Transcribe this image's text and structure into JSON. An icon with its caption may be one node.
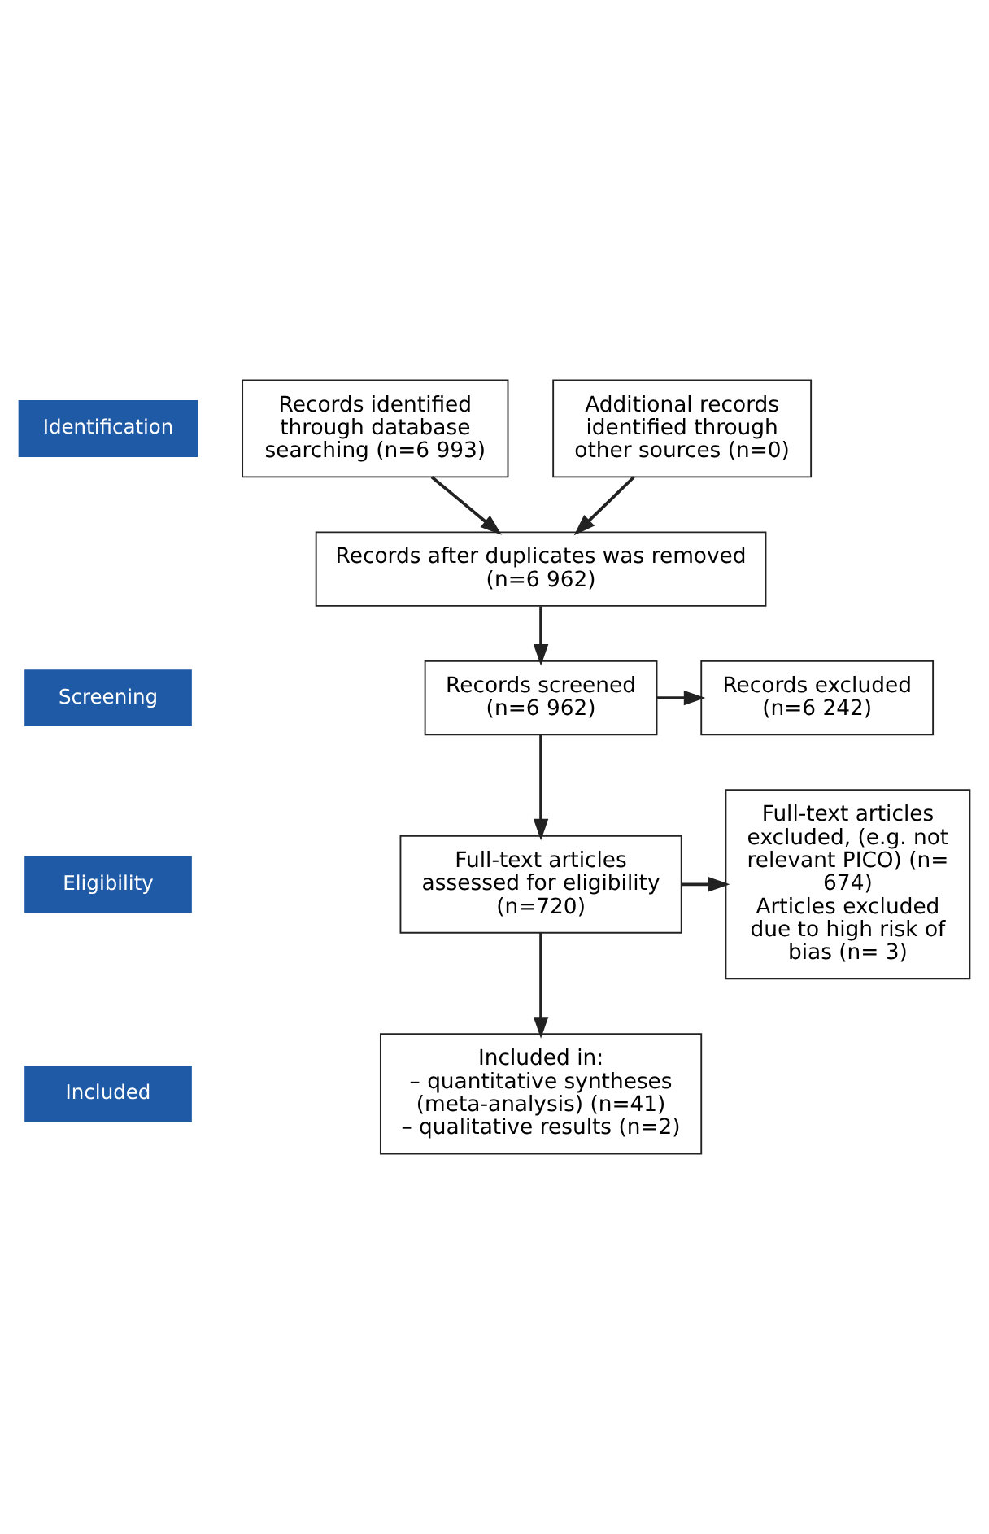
{
  "diagram": {
    "nodes": [
      {
        "text": [
          "Identification"
        ]
      },
      {
        "text": [
          "Screening"
        ]
      },
      {
        "text": [
          "Eligibility"
        ]
      },
      {
        "text": [
          "Included"
        ]
      },
      {
        "text": [
          "Records identified through database searching (n=6 993)"
        ]
      },
      {
        "text": [
          "Additional records identified through other sources (n=0)"
        ]
      },
      {
        "text": [
          "Records after duplicates was removed (n=6 962)"
        ]
      },
      {
        "text": [
          "Records screened (n=6 962)"
        ]
      },
      {
        "text": [
          "Records excluded (n=6 242)"
        ]
      },
      {
        "text": [
          "Full-text articles assessed for eligibility (n=720)"
        ]
      },
      {
        "text": [
          "Full-text articles excluded, (e.g. not relevant PICO) (n= 674)",
          "Articles excluded due to high risk of bias (n= 3)"
        ]
      },
      {
        "text": [
          "Included in:",
          "– quantitative syntheses (meta-analysis) (n=41)",
          "– qualitative results (n=2)"
        ]
      }
    ],
    "edges": [
      {
        "from": 4,
        "to": 6,
        "arrow": "to"
      },
      {
        "from": 5,
        "to": 6,
        "arrow": "to"
      },
      {
        "from": 6,
        "to": 7,
        "arrow": "to"
      },
      {
        "from": 7,
        "to": 8,
        "arrow": "to"
      },
      {
        "from": 7,
        "to": 9,
        "arrow": "to"
      },
      {
        "from": 9,
        "to": 10,
        "arrow": "to"
      },
      {
        "from": 9,
        "to": 11,
        "arrow": "to"
      }
    ]
  }
}
